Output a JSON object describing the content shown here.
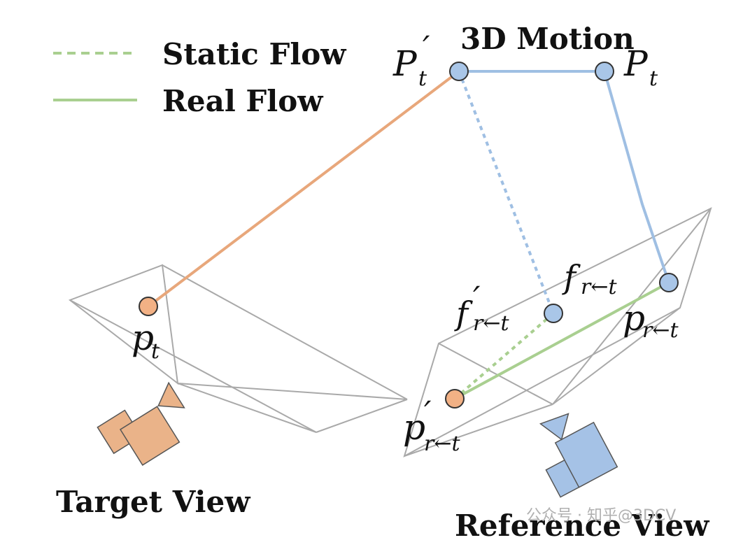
{
  "legend": {
    "items": [
      {
        "label": "Static Flow",
        "style": "dashed",
        "color": "#a9cf90"
      },
      {
        "label": "Real Flow",
        "style": "solid",
        "color": "#a9cf90"
      }
    ]
  },
  "motion_label": "3D Motion",
  "points": {
    "P_t_prime": {
      "base": "P",
      "sub": "t",
      "prime": "′"
    },
    "P_t": {
      "base": "P",
      "sub": "t"
    },
    "p_t": {
      "base": "p",
      "sub": "t"
    },
    "f_r_t": {
      "base": "f",
      "sub": "r←t"
    },
    "f_r_t_prime": {
      "base": "f",
      "sub": "r←t",
      "prime": "′"
    },
    "p_r_t": {
      "base": "p",
      "sub": "r←t"
    },
    "p_r_t_prime": {
      "base": "p",
      "sub": "r←t",
      "prime": "′"
    }
  },
  "views": {
    "target": "Target View",
    "reference": "Reference View"
  },
  "watermark": "公众号 · 知乎@3DCV",
  "colors": {
    "orange_point": "#f2b185",
    "orange_line": "#e8a77b",
    "blue_point": "#a9c6e8",
    "blue_line": "#9fbfe3",
    "green_line": "#a9cf90",
    "frustum": "#a9a9a9",
    "camera_orange": "#eab389",
    "camera_blue": "#a5c2e6",
    "outline": "#333333"
  }
}
